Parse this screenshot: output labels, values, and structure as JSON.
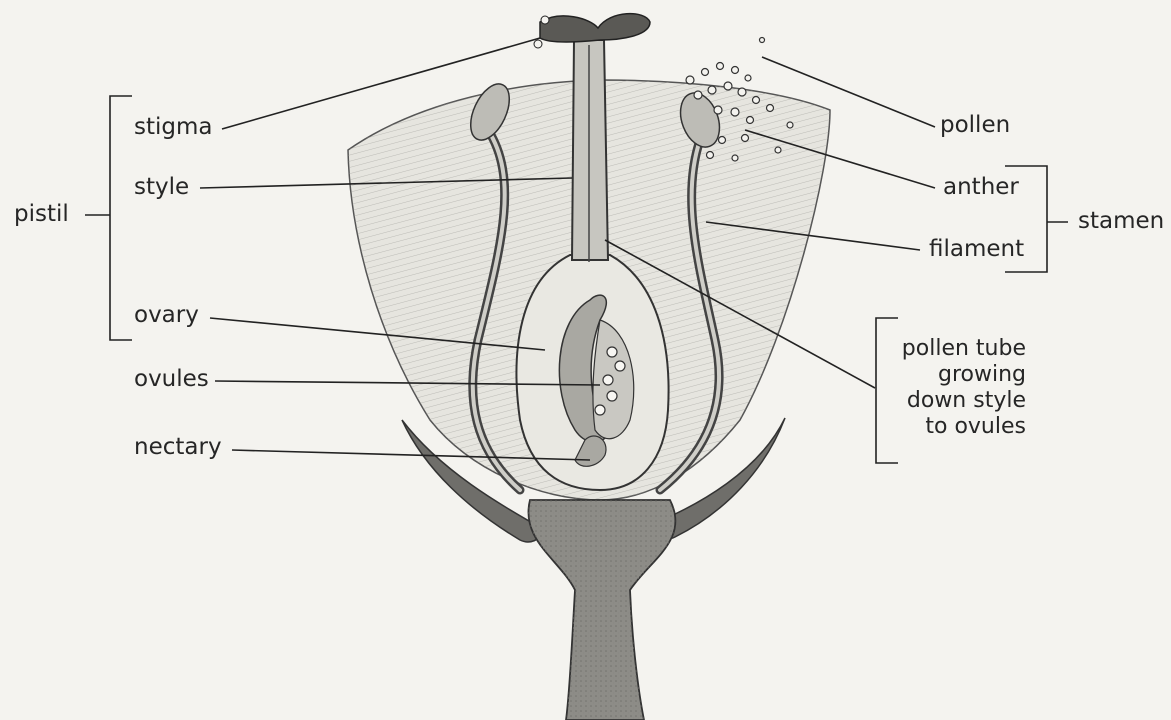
{
  "labels": {
    "stigma": "stigma",
    "style": "style",
    "pistil": "pistil",
    "ovary": "ovary",
    "ovules": "ovules",
    "nectary": "nectary",
    "pollen": "pollen",
    "anther": "anther",
    "filament": "filament",
    "stamen": "stamen",
    "pollen_tube_lines": [
      "pollen tube",
      "growing",
      "down style",
      "to ovules"
    ]
  },
  "colors": {
    "ink": "#262626",
    "background": "#f4f3ef",
    "petal_fill": "#e9e8e2",
    "tissue_fill": "#d6d5cf"
  }
}
